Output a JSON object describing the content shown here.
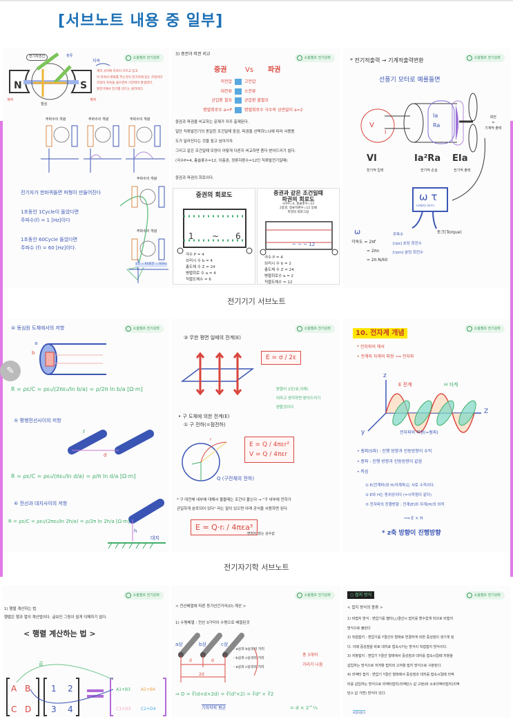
{
  "title": "[서브노트 내용 중 일부]",
  "badge": "소울챔프 전기강좌",
  "sections": [
    {
      "caption": "전기기기 서브노트"
    },
    {
      "caption": "전기자기학 서브노트"
    }
  ],
  "p1": {
    "n": "N",
    "s": "S",
    "yoke_l": "계자",
    "yoke_r": "계자",
    "armature": "전기자권선",
    "core": "철심",
    "brush": "정류",
    "magnet_label": "자속",
    "note": [
      "계자 사이에 자속이 흐르고 있고",
      "이 자속이 변화를 주는것이 전기자에 있는 코일이다",
      "코일이 자속을 끊으면서 기전력이 발생한다.",
      "발전기에서 전기를 만드는 원리이다."
    ],
    "freq_label": "주파수의 개념",
    "lines": [
      "전기자가 한바퀴돌면 파형이 만들어진다",
      "1초동안 1Cycle이 돌았다면",
      "주파수(f) = 1 [Hz]이다",
      "1초동안 60Cycle 돌았다면",
      "주파수 (f) = 60 [Hz]이다."
    ],
    "freq_eq": "1초 = 60회전 = 60Hz"
  },
  "p2": {
    "heading": "3) 중권과 파권 비교",
    "vs": [
      "중권",
      "Vs",
      "파권"
    ],
    "rows": [
      [
        "저전압",
        "고전압"
      ],
      [
        "대전류",
        "소전류"
      ],
      [
        "균압환 필요",
        "균압환 불필요"
      ],
      [
        "병렬회로수 a=P",
        "병렬회로수 극수와 상관없이 a=2"
      ]
    ],
    "para": [
      "중권과 파권을 비교하는 문제가 자주 출제된다.",
      "일단 직류발전기의 동일한 조건일때 중권, 파권을 선택하느냐에 따라 사용용",
      "도가 달라진다는 것을 짚고 넘어가자.",
      "그리고 같은 조건일때 모양이 어떻게 다른지 비교하면 좀더 받아드리기 쉽다.",
      "(극수P=4, 총슬롯수=12, 이층권, 정류자편수=12인 직류발전기일때)"
    ],
    "sub": "중권과 파권의 회로이다.",
    "lap_title": "중권의 회로도",
    "wave_title": [
      "중권과 같은 조건일때",
      "파권의 회로도"
    ],
    "wave_sub": [
      "극수P=4, 총슬롯수=12",
      "2층권, 정류자편수=12 일때",
      "파권의 회로그림"
    ],
    "lap_info": [
      "극수 P = 4",
      "브러시 수 b = 4",
      "총도체 수 Z = 24",
      "병렬회로 수 a = 4",
      "직렬도체수 = 6"
    ],
    "wave_info": [
      "극수 P = 4",
      "브러시 수 b = 2",
      "총도체 수 Z = 24",
      "병렬회로수 a = 2",
      "직렬도체수 = 12"
    ],
    "lap_marks": [
      "1",
      "~",
      "6"
    ],
    "wave_marks": [
      "~ ~ ~ 12"
    ]
  },
  "p3": {
    "heading": "* 전기적출력 → 기계적출력변환",
    "sub": "선풍기 모터로 예를들면",
    "v": "V",
    "i": "I",
    "ia": "Ia",
    "ra": "Ra",
    "labels": [
      "VI",
      "Ia²Ra",
      "EIa"
    ],
    "sublabels": [
      "전기적 입력",
      "전기적 손실",
      "전기적 출력"
    ],
    "rot": [
      "회전",
      "=",
      "기계적 출력"
    ],
    "omega": "ω τ",
    "omega_sub": "(오메가) (타우)",
    "torque": "토크(Torque)",
    "w": "ω",
    "eq": [
      "각속도 = 2πf",
      "= 2πn",
      "= 2π N/60"
    ],
    "eq_notes": [
      "주파수",
      "[rps] 초당 회전수",
      "[rpm] 분당 회전수"
    ]
  },
  "p4": {
    "h1": "④ 동심원 도체에서의 저항",
    "a": "a",
    "b": "b",
    "f1": "R = ρε/C = ρε₀/(2πε₀/ln b/a) = ρ/2π ln b/a [Ω·m]",
    "h2": "⑤ 평행전선사이의 저항",
    "l": "ℓ",
    "d": "d",
    "f2": "R = ρε/C = ρε₀/(πε₀/ln d/a) = ρ/π ln d/a [Ω·m]",
    "h3": "⑥ 전선과 대지사이의 저항",
    "h": "h",
    "ground": "대지",
    "f3": "R = ρε/C = ρε₀/(2πε₀/ln 2h/a) = ρ/2π ln 2h/a [Ω·m]"
  },
  "p5": {
    "h1": "③ 무한 평면 일때의 전계(E)",
    "box1": "E = σ / 2ε",
    "note1": [
      "방향이 2곳(위,아래)",
      "이라고 생각하면 받아드리기",
      "편할것이다"
    ],
    "h2": "• 구 도체에 의한 전계(E)",
    "h3": "① 구 전하(=점전하)",
    "box2": [
      "E = Q / 4πεr²",
      "V = Q / 4πεr"
    ],
    "q": "Q (구전체의 전하)",
    "r": "r",
    "para": [
      "* 구 대전체 내부에 대해서 물을때는 조건이 붙는다 → \"구 내부에 전하가",
      "균일하게 분포되어 있다\" 라는 말이 있으면 아래 공식을 사용하면 된다."
    ],
    "box3": "E = Q·rᵢ / 4πεa³",
    "note3": "변하지 않는 상수값"
  },
  "p6": {
    "heading": "10. 전자계 개념",
    "b1": "* 전자파의 해석",
    "b2": "• 전계와 자계의 파형 ⟹ 전자파",
    "e": "E 전계",
    "h": "H 자계",
    "z": "z",
    "y": "y",
    "zaxis": "Z",
    "cap": "전자파의 파형(=횡파)",
    "bul": [
      "• 횡파(S파) : 진행 방향과 진동방향이 수직",
      "• 종파 : 진행 방향과 진동방향이 같음",
      "• 특징"
    ],
    "feat": [
      "① E(전계파)와 H(자계파)는 서로 수직이다.",
      "② E와 H는 동위상이다 (=시작점이 같다)",
      "③ 전자파의 진행방향 : 전계(E)와 자계(H)의 외적"
    ],
    "exh": "⟹ E × H",
    "last": "* z축 방향이 진행방향"
  },
  "p7": {
    "h1": "1) 행렬 계산하는 법",
    "h2": "행렬은 행과 열의 계산법이다. 글보단 그림이 쉽게 이해하기 쉽다.",
    "title": "< 행렬 계산하는 법 >",
    "m1": [
      "A",
      "B",
      "C",
      "D"
    ],
    "m2": [
      "1",
      "2",
      "3",
      "4"
    ],
    "mul": "곱",
    "res": [
      "A1+B3",
      "A2+B4",
      "C1+D3",
      "C2+D4"
    ]
  },
  "p8": {
    "h1": "< 전선배열에 따른 등가선간거리(D) 계산 >",
    "h2": "1) 수평배열 : 전선 3가닥이 수평으로 배열된것",
    "phases": [
      "a상",
      "b상",
      "c상"
    ],
    "d": "d",
    "d2": "2d",
    "dists": [
      "- a상과 b상과의 거리",
      "- b상과 c상과의 거리",
      "- a상과 c상과의 거리"
    ],
    "note": [
      "총 3개의",
      "거리가 나옴"
    ],
    "eq": "⇒ D = ∛(d×d×2d) = ∛(d³×2) = ∛d³ × ∛2",
    "eq2": "= d × 2^⅓",
    "geo": "기하학적 평균"
  },
  "p9": {
    "tag": "○ 접지 방식",
    "h1": "< 접지 방식의 종류 >",
    "lines": [
      "1) 비접지 방식 : 변압기를 델타(△)결선시 접지를 할수없게 되므로 비접지",
      "방식으로 불린다",
      "2) 직접접지 : 변압기를 Y결선의 형태로 연결하게 되면 중성점이 생기게 된",
      "다. 이때 중성점을 바로 대지로 접속시키는 방식이 직접접지 방식이다.",
      "3) 저항접지 : 변압기 Y결선 형태에서 중성점과 대지를 접속시킬때 저항을",
      "삽입하는 방식으로 저저항 접지와 고저항 접지 방식으로 구분된다.",
      "4) 리액터 접지 : 변압기 Y결선 형태에서 중성점과 대지를 접속시킬때 리액",
      "터를 삽입하는 방식으로 리액터접지(리액턴스 값 고정)와 소호리액터접지(리액",
      "턴스 값 가변) 방식이 있다."
    ],
    "bottom": "비접지방식"
  }
}
